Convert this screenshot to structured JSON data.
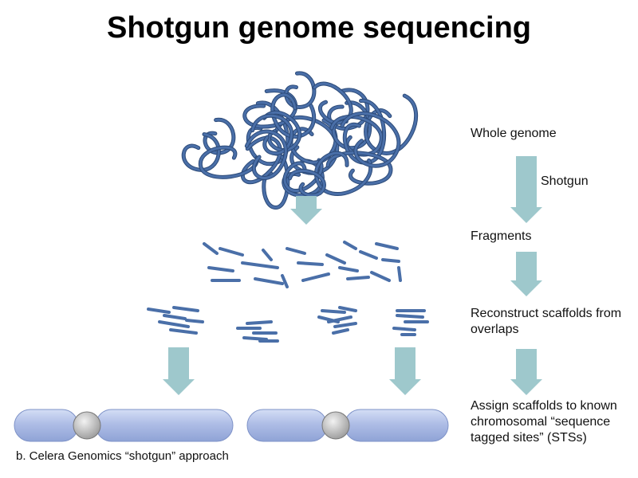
{
  "title": "Shotgun genome sequencing",
  "steps": [
    {
      "label": "Whole genome"
    },
    {
      "label": "Shotgun"
    },
    {
      "label": "Fragments"
    },
    {
      "label": "Reconstruct scaffolds from overlaps"
    },
    {
      "label": "Assign scaffolds to known chromosomal “sequence tagged sites” (STSs)"
    }
  ],
  "caption": "b. Celera Genomics “shotgun” approach",
  "colors": {
    "dna": "#4a6fa8",
    "dna_outline": "#2c4a78",
    "arrow": "#9ec8cc",
    "chromosome": "#aebde6",
    "centromere": "#c8c8c8"
  }
}
